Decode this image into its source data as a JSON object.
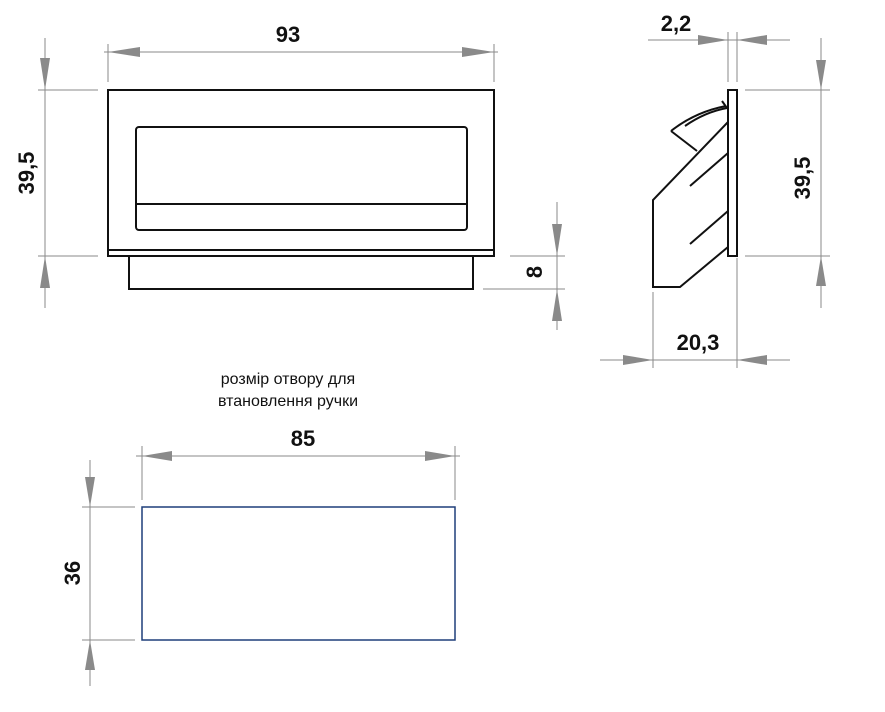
{
  "front_view": {
    "width_label": "93",
    "height_label": "39,5",
    "depth_label": "8"
  },
  "side_view": {
    "plate_label": "2,2",
    "height_label": "39,5",
    "depth_label": "20,3"
  },
  "cutout": {
    "caption_line1": "розмір отвору для",
    "caption_line2": "втановлення ручки",
    "width_label": "85",
    "height_label": "36",
    "outline_color": "#1f3f7a"
  }
}
